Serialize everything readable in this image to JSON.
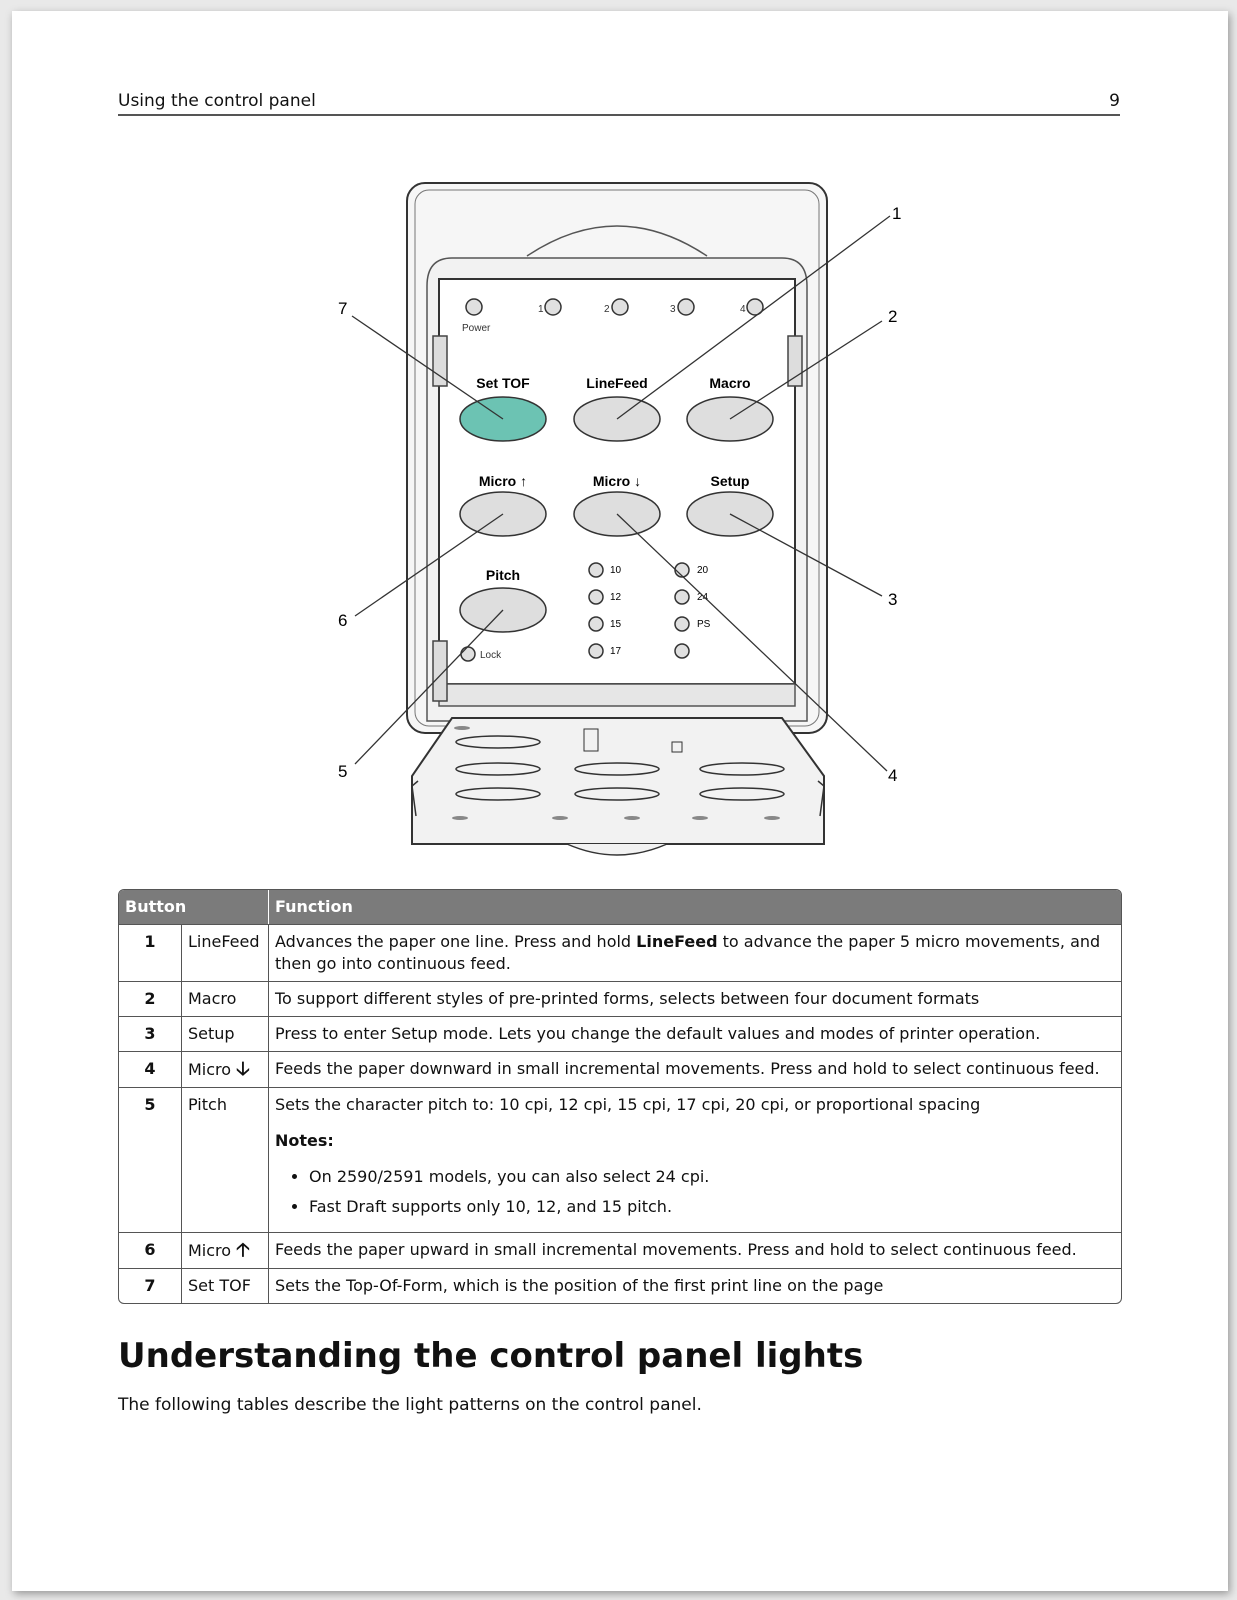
{
  "header": {
    "title": "Using the control panel",
    "page_number": "9"
  },
  "figure": {
    "lights": [
      "Power",
      "1",
      "2",
      "3",
      "4"
    ],
    "buttons": [
      "Set TOF",
      "LineFeed",
      "Macro",
      "Micro ↑",
      "Micro ↓",
      "Setup",
      "Pitch"
    ],
    "lock_label": "Lock",
    "pitch_lights": [
      "10",
      "12",
      "15",
      "17",
      "20",
      "24",
      "PS"
    ],
    "callouts": [
      "1",
      "2",
      "3",
      "4",
      "5",
      "6",
      "7"
    ],
    "highlight_color": "#6cc3b3"
  },
  "table": {
    "headers": {
      "button": "Button",
      "function": "Function"
    },
    "rows": [
      {
        "num": "1",
        "button": "LineFeed",
        "pre": "Advances the paper one line. Press and hold ",
        "bold": "LineFeed",
        "post": " to advance the paper 5 micro movements, and then go into continuous feed."
      },
      {
        "num": "2",
        "button": "Macro",
        "function": "To support different styles of pre-printed forms, selects between four document formats"
      },
      {
        "num": "3",
        "button": "Setup",
        "function": "Press to enter Setup mode. Lets you change the default values and modes of printer operation."
      },
      {
        "num": "4",
        "button": "Micro",
        "arrow": "🡣",
        "function": "Feeds the paper downward in small incremental movements. Press and hold to select continuous feed."
      },
      {
        "num": "5",
        "button": "Pitch",
        "function": "Sets the character pitch to: 10 cpi, 12 cpi, 15 cpi, 17 cpi, 20 cpi, or proportional spacing",
        "notes_label": "Notes:",
        "notes": [
          "On 2590/2591 models, you can also select 24 cpi.",
          "Fast Draft supports only 10, 12, and 15 pitch."
        ]
      },
      {
        "num": "6",
        "button": "Micro",
        "arrow": "🡡",
        "function": "Feeds the paper upward in small incremental movements. Press and hold to select continuous feed."
      },
      {
        "num": "7",
        "button": "Set TOF",
        "function": "Sets the Top-Of-Form, which is the position of the first print line on the page"
      }
    ]
  },
  "section": {
    "title": "Understanding the control panel lights",
    "intro": "The following tables describe the light patterns on the control panel."
  }
}
